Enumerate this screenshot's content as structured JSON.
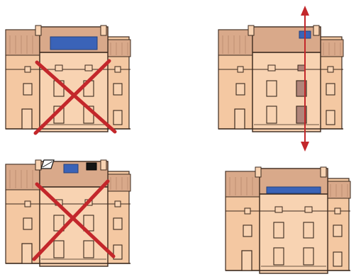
{
  "colors": {
    "background": "#ffffff",
    "facade": "#f8d3b2",
    "side_wing": "#f4c8a2",
    "roof": "#d9a98a",
    "roof_dark": "#b98a6c",
    "outline": "#3c2a1e",
    "window_fill": "#f8d3b2",
    "window_shaded": "#b0857a",
    "solar_blue": "#3a63b8",
    "solar_black": "#141414",
    "cross_red": "#c3272b",
    "arrow_red": "#c3272b"
  },
  "panels": [
    {
      "id": "top-left",
      "verdict": "rejected",
      "roof_elements": [
        "solar-panel-wide-off-axis"
      ],
      "marker": "red-cross"
    },
    {
      "id": "bottom-left",
      "verdict": "rejected",
      "roof_elements": [
        "skylight-white",
        "solar-panel-small-blue",
        "solar-panel-small-black"
      ],
      "marker": "red-cross"
    },
    {
      "id": "top-right",
      "verdict": "accepted",
      "roof_elements": [
        "solar-panel-small-aligned"
      ],
      "marker": "vertical-alignment-arrow",
      "shaded_window_column": true
    },
    {
      "id": "bottom-right",
      "verdict": "accepted",
      "roof_elements": [
        "solar-panel-wide-aligned"
      ],
      "marker": "none"
    }
  ]
}
